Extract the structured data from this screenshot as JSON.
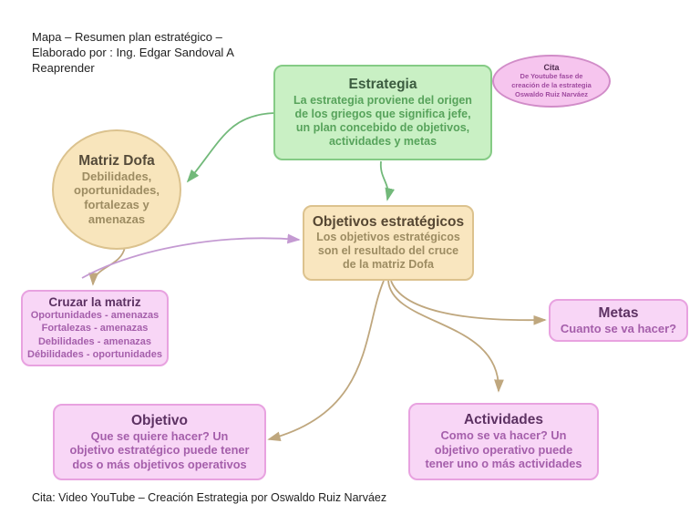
{
  "header": {
    "note": "Mapa – Resumen plan estratégico –\nElaborado por : Ing. Edgar Sandoval A\nReaprender"
  },
  "footer": {
    "citation": "Cita: Video YouTube – Creación Estrategia por Oswaldo Ruiz Narváez"
  },
  "nodes": {
    "estrategia": {
      "title": "Estrategia",
      "body": "La estrategia proviene del origen\nde los griegos que significa jefe,\nun plan concebido de objetivos,\nactividades y metas"
    },
    "cita": {
      "title": "Cita",
      "body": "De Youtube fase de\ncreación de la estrategia\nOswaldo Ruiz Narváez"
    },
    "matriz_dofa": {
      "title": "Matriz Dofa",
      "body": "Debilidades,\noportunidades,\nfortalezas y\namenazas"
    },
    "objetivos_estrategicos": {
      "title": "Objetivos estratégicos",
      "body": "Los objetivos estratégicos\nson el resultado del cruce\nde la matriz Dofa"
    },
    "cruzar_la_matriz": {
      "title": "Cruzar la matriz",
      "body": "Oportunidades - amenazas\nFortalezas - amenazas\nDebilidades - amenazas\nDébilidades - oportunidades"
    },
    "metas": {
      "title": "Metas",
      "body": "Cuanto se va hacer?"
    },
    "objetivo": {
      "title": "Objetivo",
      "body": "Que se quiere hacer? Un\nobjetivo estratégico puede tener\ndos  o más objetivos operativos"
    },
    "actividades": {
      "title": "Actividades",
      "body": "Como se va hacer? Un\nobjetivo operativo puede\ntener uno o más actividades"
    }
  },
  "connections": [
    {
      "from": "estrategia",
      "to": "matriz_dofa",
      "color": "#72b97a"
    },
    {
      "from": "estrategia",
      "to": "objetivos_estrategicos",
      "color": "#72b97a"
    },
    {
      "from": "matriz_dofa",
      "to": "cruzar_la_matriz",
      "color": "#bfa77e"
    },
    {
      "from": "cruzar_la_matriz",
      "to": "objetivos_estrategicos",
      "color": "#c49ad2"
    },
    {
      "from": "objetivos_estrategicos",
      "to": "metas",
      "color": "#bfa77e"
    },
    {
      "from": "objetivos_estrategicos",
      "to": "actividades",
      "color": "#bfa77e"
    },
    {
      "from": "objetivos_estrategicos",
      "to": "objetivo",
      "color": "#bfa77e"
    }
  ],
  "colors": {
    "green_fill": "#c9f0c4",
    "green_border": "#85cb85",
    "green_title": "#3c5c40",
    "green_body": "#57a35b",
    "tan_fill": "#f9e6bf",
    "tan_border": "#dcc28e",
    "tan_title": "#564733",
    "tan_body": "#9d8c62",
    "pink_fill": "#f8d6f6",
    "pink_border": "#e8a2e0",
    "pink_title": "#5d3263",
    "pink_body": "#a55fab",
    "cita_fill": "#f6c5ee",
    "cita_border": "#d18cc8",
    "arrow_green": "#72b97a",
    "arrow_tan": "#bfa77e",
    "arrow_purple": "#c49ad2"
  }
}
